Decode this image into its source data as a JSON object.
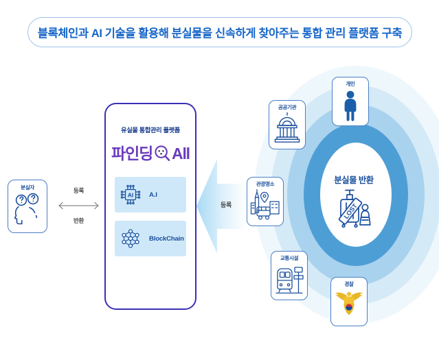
{
  "title": {
    "text": "블록체인과 AI 기술을 활용해 분실물을 신속하게 찾아주는 통합 관리 플랫폼 구축",
    "border_color": "#9cc3e8",
    "text_color": "#1565c8"
  },
  "left_actor": {
    "label": "분실자",
    "icon": "head-with-question-marks-icon"
  },
  "exchange_arrow": {
    "top_label": "등록",
    "bottom_label": "반환",
    "direction": "bidirectional",
    "color": "#8a8a8a"
  },
  "platform": {
    "header": "유실물 통합관리 플랫폼",
    "logo": {
      "prefix": "파인딩",
      "suffix": "All",
      "icon": "magnifier-face-icon",
      "color": "#6a3bbf"
    },
    "border_color": "#3b2fb5",
    "badges": [
      {
        "label": "A.I",
        "icon": "ai-chip-icon"
      },
      {
        "label": "BlockChain",
        "icon": "blockchain-nodes-icon"
      }
    ],
    "badge_bg": "#cfe8f9"
  },
  "inbound_arrow": {
    "label": "등록",
    "direction": "left",
    "gradient_from": "#bfe2f7",
    "gradient_to": "#ffffff"
  },
  "cluster": {
    "hub": {
      "label": "분실물 반환",
      "icon": "lost-luggage-icon"
    },
    "rings": [
      {
        "name": "ring-outer",
        "color": "#eaf4fb"
      },
      {
        "name": "ring-3",
        "color": "#d3e9f7"
      },
      {
        "name": "ring-2",
        "color": "#a9d2ee"
      },
      {
        "name": "ring-1",
        "color": "#5ba3d9"
      },
      {
        "name": "ring-core",
        "color": "#ffffff"
      }
    ],
    "nodes": [
      {
        "label": "개인",
        "icon": "person-icon",
        "accent": "#1a5fa8"
      },
      {
        "label": "공공기관",
        "icon": "government-building-icon",
        "accent": "#1a4f9c"
      },
      {
        "label": "관광명소",
        "icon": "cityscape-bus-icon",
        "accent": "#1a4f9c"
      },
      {
        "label": "교통시설",
        "icon": "train-station-icon",
        "accent": "#1a4f9c"
      },
      {
        "label": "경찰",
        "icon": "police-eagle-emblem-icon",
        "accent": "#e8b626"
      }
    ]
  }
}
